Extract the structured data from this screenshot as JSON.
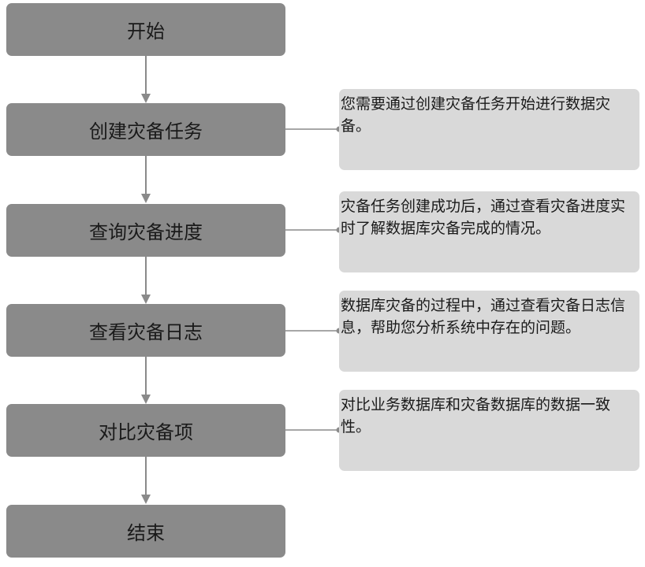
{
  "colors": {
    "step_fill": "#8a8a8a",
    "note_fill": "#d9d9d9",
    "connector": "#8a8a8a",
    "text": "#1a1a1a"
  },
  "flow": {
    "steps": [
      {
        "label": "开始"
      },
      {
        "label": "创建灾备任务",
        "note": "您需要通过创建灾备任务开始进行数据灾备。"
      },
      {
        "label": "查询灾备进度",
        "note": "灾备任务创建成功后，通过查看灾备进度实时了解数据库灾备完成的情况。"
      },
      {
        "label": "查看灾备日志",
        "note": "数据库灾备的过程中，通过查看灾备日志信息，帮助您分析系统中存在的问题。"
      },
      {
        "label": "对比灾备项",
        "note": "对比业务数据库和灾备数据库的数据一致性。"
      },
      {
        "label": "结束"
      }
    ]
  }
}
